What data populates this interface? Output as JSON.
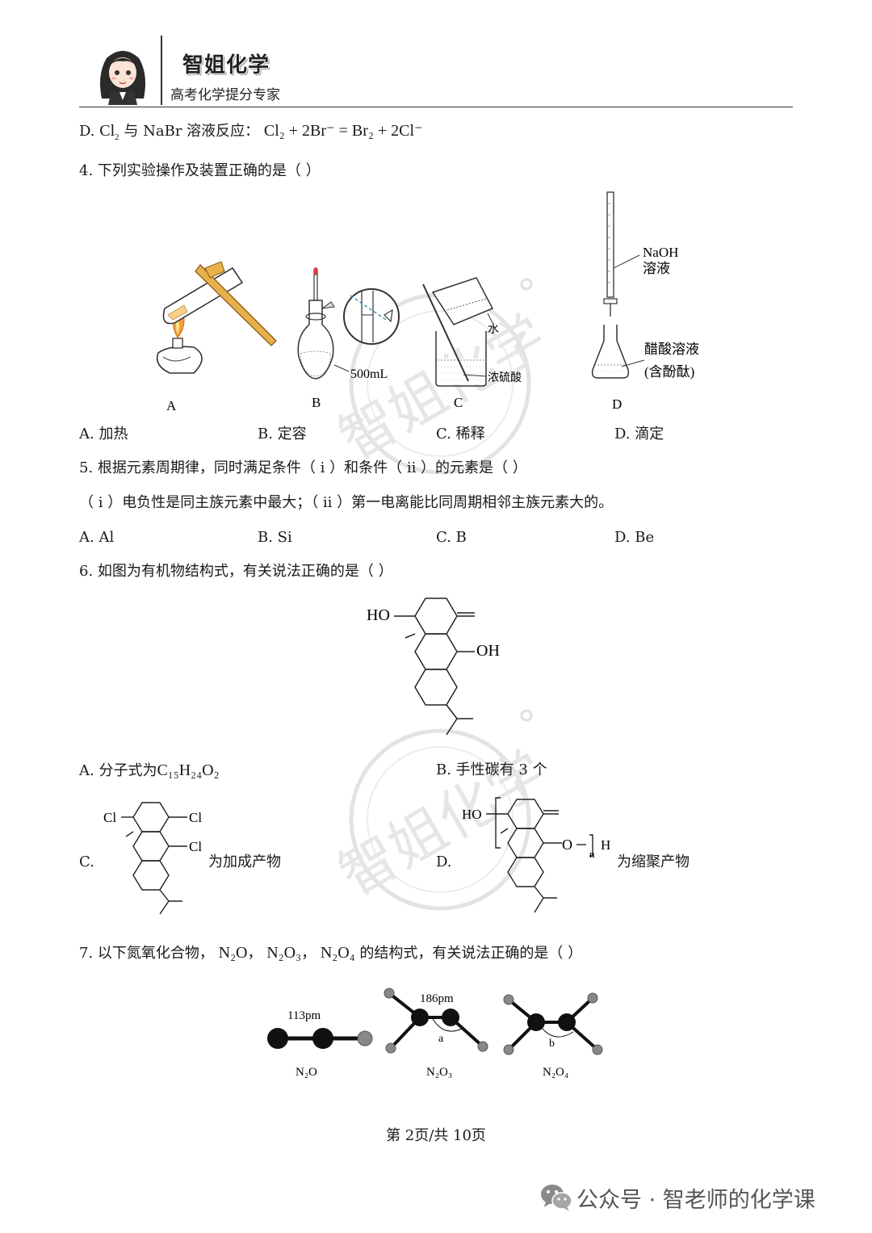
{
  "header": {
    "brand_title": "智姐化学",
    "brand_subtitle": "高考化学提分专家"
  },
  "q3d": {
    "label": "D.",
    "text_pre": "Cl",
    "text_mid": "与 NaBr 溶液反应：",
    "equation": "Cl₂ + 2Br⁻ = Br₂ + 2Cl⁻"
  },
  "q4": {
    "stem": "4. 下列实验操作及装置正确的是（    ）",
    "fig_labels": {
      "a": "A",
      "b": "B",
      "c": "C",
      "d": "D"
    },
    "b_volume": "500mL",
    "c_water": "水",
    "c_acid": "浓硫酸",
    "d_naoh_1": "NaOH",
    "d_naoh_2": "溶液",
    "d_acid_1": "醋酸溶液",
    "d_acid_2": "(含酚酞)",
    "options": [
      "A.  加热",
      "B.  定容",
      "C.  稀释",
      "D.  滴定"
    ]
  },
  "q5": {
    "stem": "5. 根据元素周期律，同时满足条件（ i ）和条件（ ii ）的元素是（    ）",
    "condition": "（ i ）电负性是同主族元素中最大；（ ii ）第一电离能比同周期相邻主族元素大的。",
    "options": [
      "A. Al",
      "B. Si",
      "C. B",
      "D. Be"
    ]
  },
  "q6": {
    "stem": "6. 如图为有机物结构式，有关说法正确的是（    ）",
    "ho": "HO",
    "oh": "OH",
    "opt_a_label": "A.  分子式为",
    "opt_a_formula": "C₁₅H₂₄O₂",
    "opt_b": "B.  手性碳有 3 个",
    "opt_c_label": "C.",
    "opt_c_text": "为加成产物",
    "opt_d_label": "D.",
    "opt_d_text": "为缩聚产物",
    "cl": "Cl",
    "d_ho": "HO",
    "d_o": "O",
    "d_n": "n",
    "d_h": "H"
  },
  "q7": {
    "stem_pre": "7. 以下氮氧化合物，",
    "f1": "N₂O",
    "f2": "N₂O₃",
    "f3": "N₂O₄",
    "stem_post": "的结构式，有关说法正确的是（    ）",
    "len1": "113pm",
    "len2": "186pm",
    "angle_a": "a",
    "angle_b": "b",
    "cap1": "N₂O",
    "cap2": "N₂O₃",
    "cap3": "N₂O₄"
  },
  "footer": {
    "page": "第 2页/共 10页"
  },
  "watermark": {
    "text": "智姐化学"
  },
  "wechat": {
    "text": "公众号 · 智老师的化学课"
  }
}
